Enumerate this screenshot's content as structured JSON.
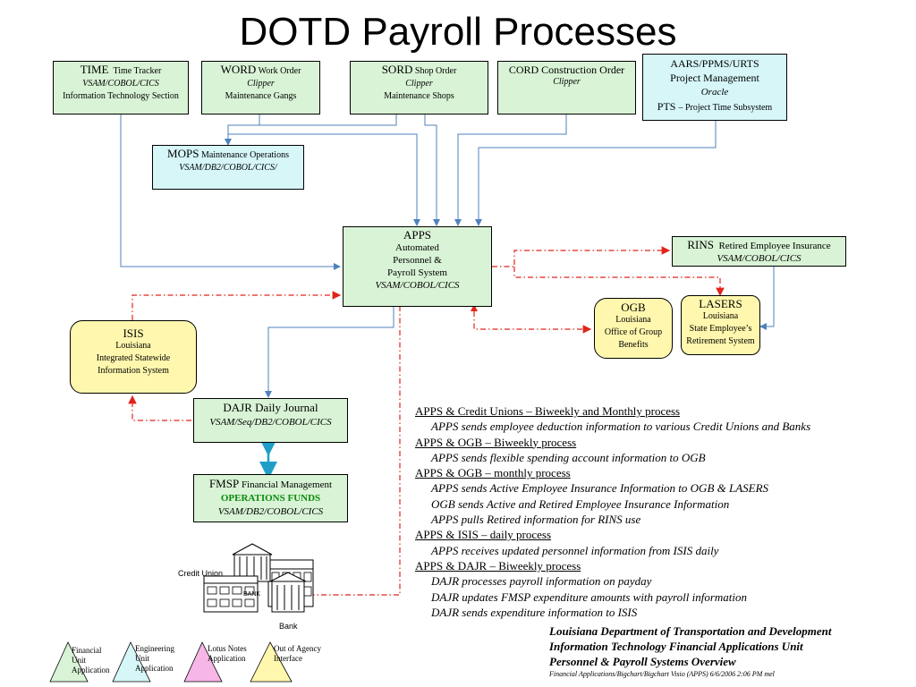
{
  "title": "DOTD Payroll Processes",
  "boxes": {
    "time": {
      "name": "TIME",
      "sub": "Time Tracker",
      "tech": "VSAM/COBOL/CICS",
      "owner": "Information Technology Section"
    },
    "word": {
      "name": "WORD",
      "sub": "Work Order",
      "tech": "Clipper",
      "owner": "Maintenance Gangs"
    },
    "sord": {
      "name": "SORD",
      "sub": "Shop Order",
      "tech": "Clipper",
      "owner": "Maintenance Shops"
    },
    "cord": {
      "name": "CORD Construction Order",
      "tech": "Clipper"
    },
    "aars": {
      "line1": "AARS/PPMS/URTS",
      "line2": "Project Management",
      "tech": "Oracle",
      "pts": "PTS",
      "pts_rest": "– Project Time Subsystem"
    },
    "mops": {
      "name": "MOPS",
      "sub": "Maintenance Operations",
      "tech": "VSAM/DB2/COBOL/CICS/"
    },
    "apps": {
      "name": "APPS",
      "l1": "Automated",
      "l2": "Personnel  &",
      "l3": "Payroll System",
      "tech": "VSAM/COBOL/CICS"
    },
    "rins": {
      "name": "RINS",
      "sub": "Retired Employee Insurance",
      "tech": "VSAM/COBOL/CICS"
    },
    "ogb": {
      "name": "OGB",
      "l1": "Louisiana",
      "l2": "Office of Group",
      "l3": "Benefits"
    },
    "lasers": {
      "name": "LASERS",
      "l1": "Louisiana",
      "l2": "State Employee’s",
      "l3": "Retirement System"
    },
    "isis": {
      "name": "ISIS",
      "l1": "Louisiana",
      "l2": "Integrated Statewide",
      "l3": "Information System"
    },
    "dajr": {
      "name": "DAJR Daily Journal",
      "tech": "VSAM/Seq/DB2/COBOL/CICS"
    },
    "fmsp": {
      "name": "FMSP",
      "sub": "Financial Management",
      "funds": "OPERATIONS FUNDS",
      "tech": "VSAM/DB2/COBOL/CICS"
    }
  },
  "buildings": {
    "credit_union": "Credit Union",
    "bank": "Bank",
    "bank_sign": "BANK"
  },
  "notes": [
    {
      "type": "h",
      "text": "APPS & Credit Unions – Biweekly and Monthly  process"
    },
    {
      "type": "s",
      "text": "APPS sends employee deduction information to various Credit Unions and Banks"
    },
    {
      "type": "h",
      "text": " APPS & OGB – Biweekly process"
    },
    {
      "type": "s",
      "text": "APPS sends flexible spending account information to OGB"
    },
    {
      "type": "h",
      "text": "APPS & OGB – monthly process"
    },
    {
      "type": "s",
      "text": "APPS sends Active Employee Insurance Information to OGB & LASERS"
    },
    {
      "type": "s",
      "text": "OGB sends Active and Retired Employee Insurance Information"
    },
    {
      "type": "s",
      "text": "APPS pulls Retired information for RINS use"
    },
    {
      "type": "h",
      "text": "APPS & ISIS – daily process"
    },
    {
      "type": "s",
      "text": "APPS receives updated personnel information from ISIS daily"
    },
    {
      "type": "h",
      "text": "APPS & DAJR – Biweekly process"
    },
    {
      "type": "s",
      "text": "DAJR processes payroll information on payday"
    },
    {
      "type": "s",
      "text": "DAJR updates FMSP expenditure amounts with payroll information"
    },
    {
      "type": "s",
      "text": "DAJR sends expenditure information to ISIS"
    }
  ],
  "footer": {
    "l1": "Louisiana Department of Transportation and Development",
    "l2": "Information Technology Financial Applications Unit",
    "l3": "Personnel & Payroll Systems Overview",
    "l4": "Financial Applications/Bigchart/Bigchart Visio (APPS)  6/6/2006 2:06 PM mel"
  },
  "legend": {
    "financial": "Financial Unit Application",
    "engineering": "Engineering Unit Application",
    "lotus": "Lotus Notes Application",
    "outofagency": "Out of Agency Interface"
  },
  "colors": {
    "green": "#d8f3d5",
    "cyan": "#d6f6f8",
    "yellow": "#fff7ad",
    "pink": "#f6b6e6",
    "blue_line": "#4f81bd",
    "red_line": "#e0251b"
  }
}
